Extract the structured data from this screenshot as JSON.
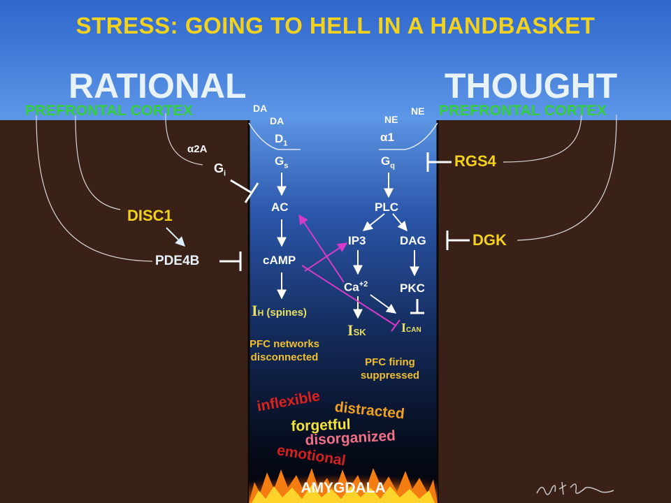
{
  "title": "STRESS: GOING TO HELL IN A HANDBASKET",
  "heading_left": "RATIONAL",
  "heading_right": "THOUGHT",
  "region_left": "PREFRONTAL CORTEX",
  "region_right": "PREFRONTAL CORTEX",
  "left_pathway": {
    "ligand_1": "DA",
    "ligand_2": "DA",
    "receptor": "D",
    "receptor_sub": "1",
    "gs": "G",
    "gs_sub": "s",
    "ac": "AC",
    "camp": "cAMP",
    "ih_symbol": "I",
    "ih_sub": "H",
    "ih_label": " (spines)",
    "outcome": "PFC networks disconnected"
  },
  "left_regulators": {
    "alpha2a": "α2A",
    "gi": "G",
    "gi_sub": "i",
    "disc1": "DISC1",
    "pde4b": "PDE4B"
  },
  "right_pathway": {
    "ligand_1": "NE",
    "ligand_2": "NE",
    "receptor": "α1",
    "gq": "G",
    "gq_sub": "q",
    "plc": "PLC",
    "ip3": "IP3",
    "dag": "DAG",
    "ca": "Ca",
    "ca_sup": "+2",
    "pkc": "PKC",
    "isk_symbol": "I",
    "isk_sub": "SK",
    "ican_symbol": "I",
    "ican_sub": "CAN",
    "outcome": "PFC firing suppressed"
  },
  "right_regulators": {
    "rgs4": "RGS4",
    "dgk": "DGK"
  },
  "symptoms": [
    "inflexible",
    "distracted",
    "forgetful",
    "disorganized",
    "emotional"
  ],
  "base": "AMYGDALA",
  "colors": {
    "sky_top": "#3a74d6",
    "sky_bottom": "#5d97e6",
    "ground": "#3a2117",
    "title": "#f3d21d",
    "heading": "#e8f2fb",
    "region": "#34d13a",
    "label": "#ffffff",
    "regulator": "#f3d21d",
    "magenta_arrow": "#d63bc8",
    "inflexible": "#e0201c",
    "distracted": "#f0a020",
    "forgetful": "#f4e33a",
    "disorganized": "#f07088",
    "emotional": "#d42020"
  }
}
